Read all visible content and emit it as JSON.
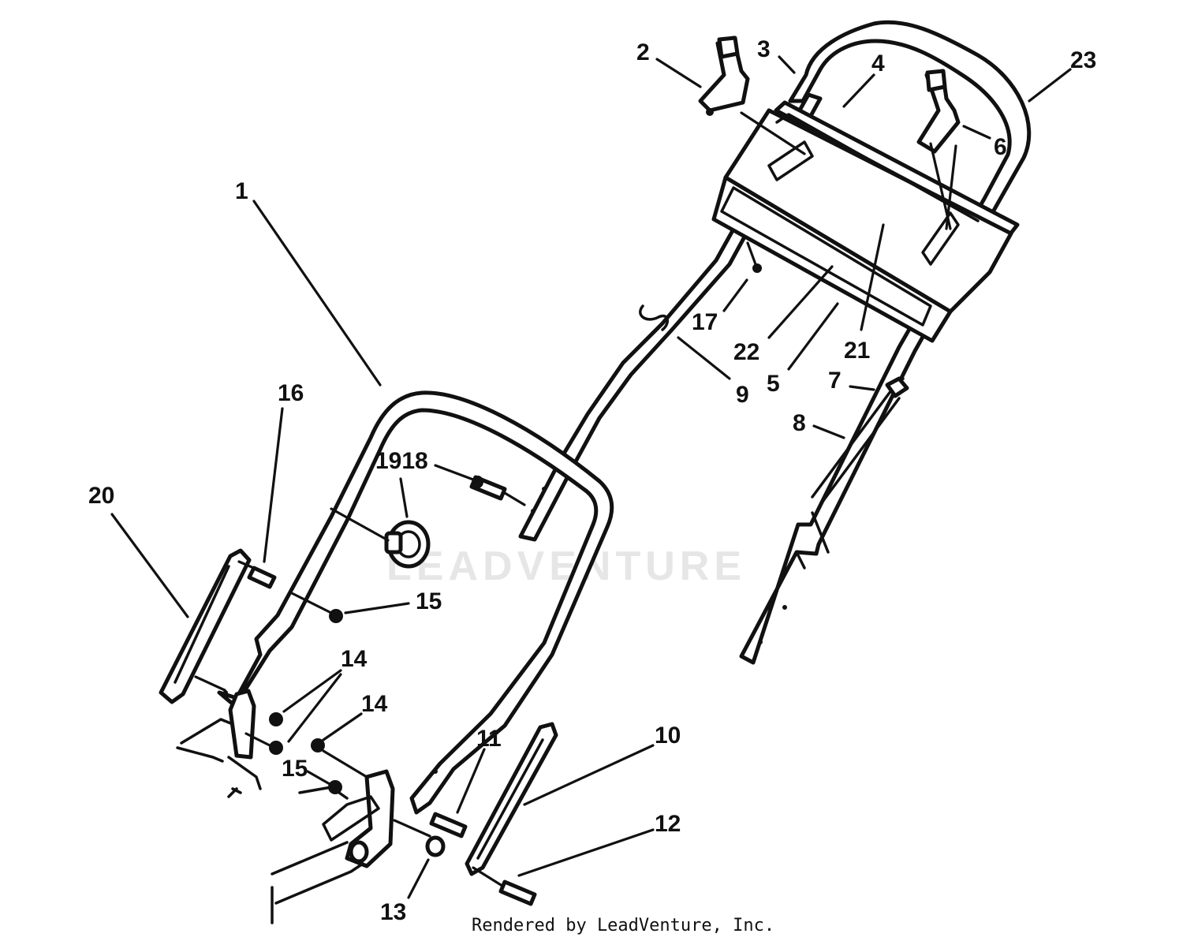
{
  "watermark": "LEADVENTURE",
  "footer": "Rendered by LeadVenture, Inc.",
  "callouts": [
    {
      "id": "c1",
      "text": "1"
    },
    {
      "id": "c2",
      "text": "2"
    },
    {
      "id": "c3",
      "text": "3"
    },
    {
      "id": "c4",
      "text": "4"
    },
    {
      "id": "c5",
      "text": "5"
    },
    {
      "id": "c6",
      "text": "6"
    },
    {
      "id": "c7",
      "text": "7"
    },
    {
      "id": "c8",
      "text": "8"
    },
    {
      "id": "c9",
      "text": "9"
    },
    {
      "id": "c10",
      "text": "10"
    },
    {
      "id": "c11",
      "text": "11"
    },
    {
      "id": "c12",
      "text": "12"
    },
    {
      "id": "c13",
      "text": "13"
    },
    {
      "id": "c14a",
      "text": "14"
    },
    {
      "id": "c14b",
      "text": "14"
    },
    {
      "id": "c15a",
      "text": "15"
    },
    {
      "id": "c15b",
      "text": "15"
    },
    {
      "id": "c16",
      "text": "16"
    },
    {
      "id": "c17",
      "text": "17"
    },
    {
      "id": "c1918",
      "text": "1918"
    },
    {
      "id": "c20",
      "text": "20"
    },
    {
      "id": "c21",
      "text": "21"
    },
    {
      "id": "c22",
      "text": "22"
    },
    {
      "id": "c23",
      "text": "23"
    }
  ]
}
